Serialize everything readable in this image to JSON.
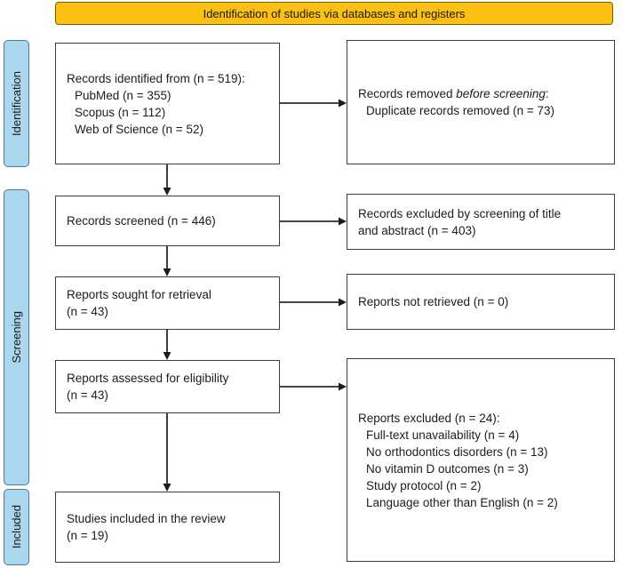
{
  "banner": {
    "label": "Identification of studies via databases and registers"
  },
  "sidebar": {
    "items": [
      {
        "label": "Identification"
      },
      {
        "label": "Screening"
      },
      {
        "label": "Included"
      }
    ]
  },
  "flow": {
    "left_boxes": [
      {
        "lines": [
          "Records identified from (n = 519):",
          "PubMed (n = 355)",
          "Scopus (n = 112)",
          "Web of Science (n = 52)"
        ]
      },
      {
        "lines": [
          "Records screened (n = 446)"
        ]
      },
      {
        "lines": [
          "Reports sought for retrieval",
          "(n = 43)"
        ]
      },
      {
        "lines": [
          "Reports assessed for eligibility",
          "(n = 43)"
        ]
      },
      {
        "lines": [
          "Studies included in the review",
          "(n = 19)"
        ]
      }
    ],
    "right_boxes": [
      {
        "prefix": "Records removed ",
        "italic": "before screening",
        "suffix": ":",
        "lines": [
          "Duplicate records removed (n = 73)"
        ]
      },
      {
        "lines": [
          "Records excluded by screening of title",
          "and abstract (n = 403)"
        ]
      },
      {
        "lines": [
          "Reports not retrieved (n = 0)"
        ]
      },
      {
        "lines": [
          "Reports excluded (n = 24):",
          "Full-text unavailability (n = 4)",
          "No orthodontics disorders (n = 13)",
          "No vitamin D outcomes (n = 3)",
          "Study protocol (n = 2)",
          "Language other than English (n = 2)"
        ]
      }
    ]
  },
  "colors": {
    "banner_fill": "#fbc011",
    "banner_border": "#7a5c00",
    "sidebar_fill": "#abd7ee",
    "sidebar_border": "#4d7a9c",
    "box_border": "#3c3c3c",
    "arrow": "#2b2b2b"
  }
}
